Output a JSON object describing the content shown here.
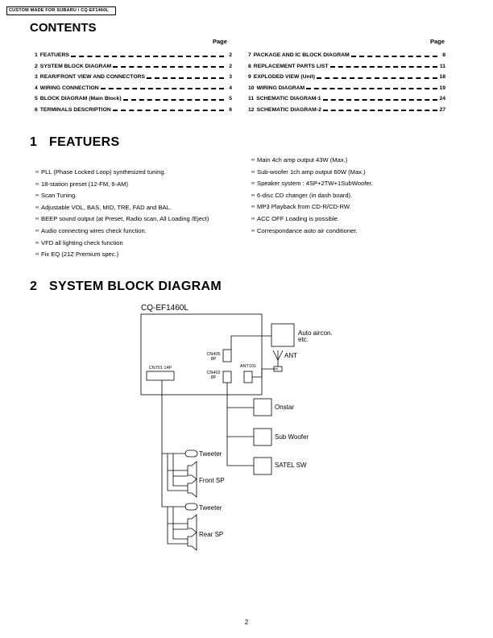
{
  "header_box": "CUSTOM MADE FOR SUBARU / CQ-EF1460L",
  "contents": {
    "title": "CONTENTS",
    "page_label": "Page",
    "left": [
      {
        "num": "1",
        "label": "FEATUERS",
        "page": "2"
      },
      {
        "num": "2",
        "label": "SYSTEM BLOCK DIAGRAM",
        "page": "2"
      },
      {
        "num": "3",
        "label": "REAR/FRONT VIEW AND CONNECTORS",
        "page": "3"
      },
      {
        "num": "4",
        "label": "WIRING CONNECTION",
        "page": "4"
      },
      {
        "num": "5",
        "label": "BLOCK DIAGRAM (Main Block)",
        "page": "5"
      },
      {
        "num": "6",
        "label": "TERMINALS DESCRIPTION",
        "page": "6"
      }
    ],
    "right": [
      {
        "num": "7",
        "label": "PACKAGE AND IC BLOCK DIAGRAM",
        "page": "8"
      },
      {
        "num": "8",
        "label": "REPLACEMENT PARTS LIST",
        "page": "11"
      },
      {
        "num": "9",
        "label": "EXPLODED VIEW (Unit)",
        "page": "18"
      },
      {
        "num": "10",
        "label": "WIRING DIAGRAM",
        "page": "19"
      },
      {
        "num": "11",
        "label": "SCHEMATIC DIAGRAM-1",
        "page": "24"
      },
      {
        "num": "12",
        "label": "SCHEMATIC DIAGRAM-2",
        "page": "27"
      }
    ]
  },
  "features": {
    "number": "1",
    "title": "FEATUERS",
    "bullet": "∞",
    "left": [
      "PLL (Phase Locked Loop) synthesized tuning.",
      "18-station preset (12-FM, 6-AM)",
      "Scan Tuning.",
      "Adjustable VOL, BAS, MID, TRE, FAD and BAL.",
      "BEEP sound output (at Preset, Radio scan, All Loading /Eject)",
      "Audio connecting wires check function.",
      "VFD all lighting check function",
      "Fix EQ (21Z Premium spec.)"
    ],
    "right": [
      "Main 4ch amp output 43W (Max.)",
      "Sub-woofer 1ch amp output 60W (Max.)",
      "Speaker system : 4SP+2TW+1SubWoofer.",
      "6-disc CD changer (in dash board).",
      "MP3 Playback from CD-R/CD-RW.",
      "ACC OFF Loading is possible.",
      "Correspondance auto air conditioner."
    ]
  },
  "system_block": {
    "number": "2",
    "title": "SYSTEM BLOCK DIAGRAM",
    "unit_name": "CQ-EF1460L",
    "connectors": {
      "cn405": "CN405",
      "cn405_pins": "8P",
      "cn402": "CN402",
      "cn402_pins": "8P",
      "cn701": "CN701 14P",
      "ant101": "ANT101"
    },
    "devices": {
      "auto_aircon": "Auto aircon.",
      "etc": "etc.",
      "ant": "ANT",
      "onstar": "Onstar",
      "sub_woofer": "Sub Woofer",
      "satel_sw": "SATEL SW",
      "tweeter_front": "Tweeter",
      "front_sp": "Front SP",
      "tweeter_rear": "Tweeter",
      "rear_sp": "Rear SP"
    }
  },
  "page_number": "2"
}
